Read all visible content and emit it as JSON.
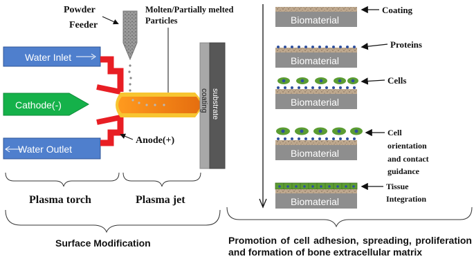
{
  "left": {
    "powder_feeder": [
      "Powder",
      "Feeder"
    ],
    "particles_label": [
      "Molten/Partially melted",
      "Particles"
    ],
    "water_inlet": "Water Inlet",
    "cathode": "Cathode(-)",
    "water_outlet": "Water Outlet",
    "anode": "Anode(+)",
    "coating": "coating",
    "substrate": "substrate",
    "plasma_torch": "Plasma torch",
    "plasma_jet": "Plasma jet",
    "caption": "Surface Modification"
  },
  "right": {
    "biomaterial": "Biomaterial",
    "stages": [
      {
        "label": [
          "Coating"
        ]
      },
      {
        "label": [
          "Proteins"
        ]
      },
      {
        "label": [
          "Cells"
        ]
      },
      {
        "label": [
          "Cell",
          "orientation",
          "and contact",
          "guidance"
        ]
      },
      {
        "label": [
          "Tissue",
          "Integration"
        ]
      }
    ],
    "caption": "Promotion of cell adhesion, spreading, proliferation and formation of bone extracellular matrix"
  },
  "colors": {
    "water_blue": "#4f7fcd",
    "cathode_green": "#15b14a",
    "electrode_red": "#e81e24",
    "jet_orange": "#f07d1a",
    "jet_yellow": "#f7c531",
    "substrate_dark": "#575757",
    "coating_gray": "#a8a8a8",
    "biomaterial_gray": "#8e8e8e",
    "protein_blue": "#2e4f9e",
    "cell_green": "#5b9c32",
    "cell_nucleus": "#2e4f9e"
  }
}
